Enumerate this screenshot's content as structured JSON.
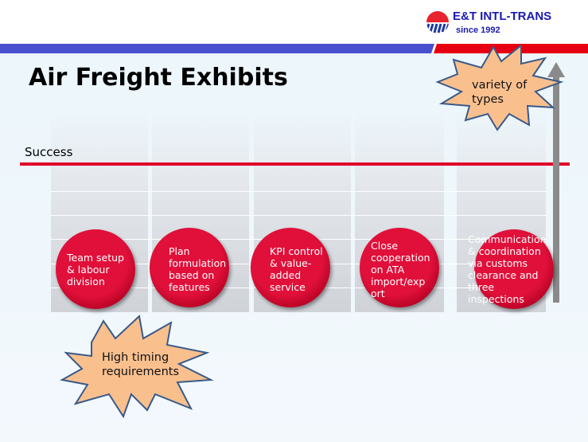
{
  "header": {
    "brand": "E&T INTL-TRANS",
    "since": "since  1992",
    "colors": {
      "brand": "#1a1ab0",
      "red": "#e60012",
      "blue": "#4a4fd0"
    }
  },
  "title": "Air Freight Exhibits",
  "success_label": "Success",
  "steps": [
    {
      "lines": [
        "Team setup",
        "& labour",
        "division"
      ]
    },
    {
      "lines": [
        "Plan",
        "formulation",
        "based on",
        "features"
      ]
    },
    {
      "lines": [
        "KPI  control",
        "& value-",
        "added",
        "service"
      ]
    },
    {
      "lines": [
        "Close",
        "cooperation",
        "on ATA",
        "import/exp",
        "ort"
      ]
    },
    {
      "lines": [
        "Communication",
        "& coordination",
        "via customs",
        "clearance and",
        "three",
        "inspections"
      ]
    }
  ],
  "callouts": {
    "variety": [
      "variety of",
      "types"
    ],
    "timing": [
      "High timing",
      "requirements"
    ]
  }
}
